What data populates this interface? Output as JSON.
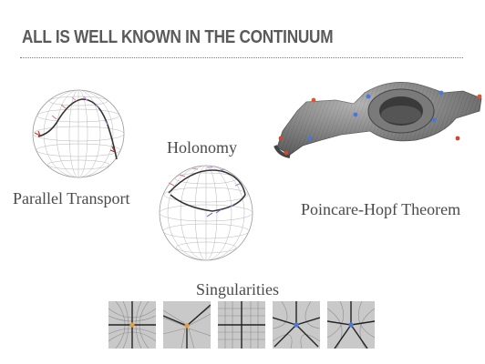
{
  "slide": {
    "title": "ALL IS WELL KNOWN IN THE CONTINUUM"
  },
  "figures": {
    "parallel_transport": "Parallel Transport",
    "holonomy": "Holonomy",
    "poincare_hopf": "Poincare-Hopf Theorem",
    "singularities": "Singularities"
  },
  "colors": {
    "title": "#5a5a5a",
    "label": "#4a4a4a",
    "path": "#333333",
    "vector_start": "#e07a7a",
    "vector_end": "#8a8ad8",
    "singularity_positive": "#e4a040",
    "singularity_negative": "#4a78d8"
  }
}
